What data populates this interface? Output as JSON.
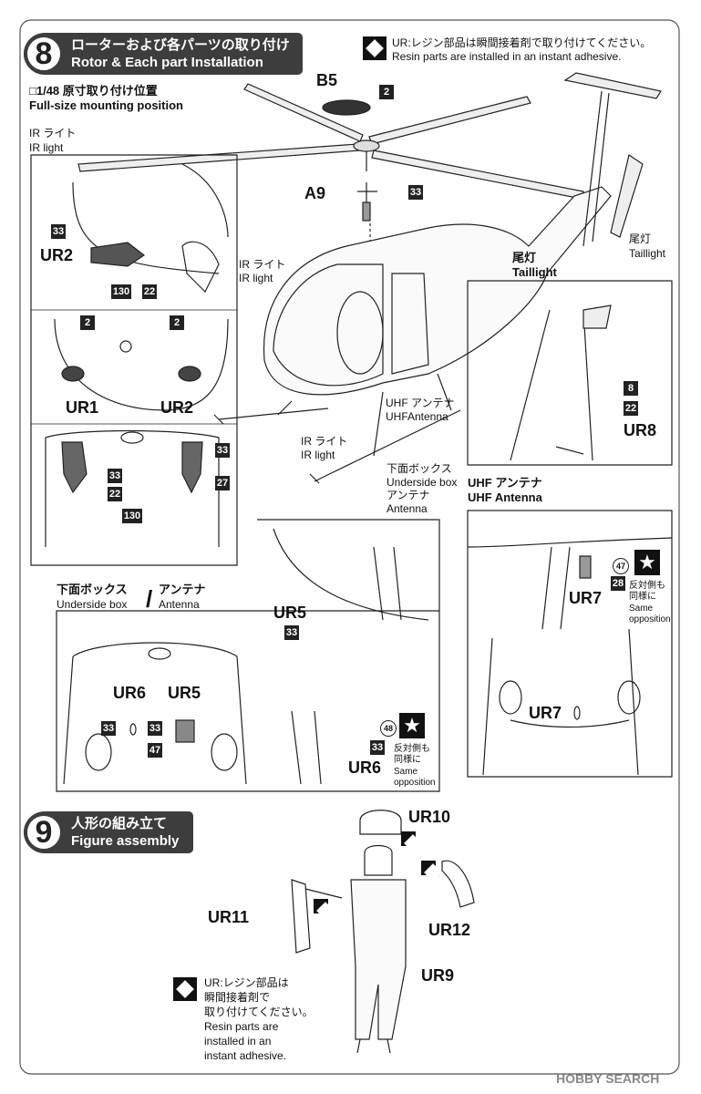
{
  "step8": {
    "number": "8",
    "title_jp": "ローターおよび各パーツの取り付け",
    "title_en": "Rotor & Each part Installation"
  },
  "resin_note_top": {
    "jp": "UR:レジン部品は瞬間接着剤で取り付けてください。",
    "en": "Resin parts are installed in an instant adhesive."
  },
  "fullsize": {
    "jp": "□1/48 原寸取り付け位置",
    "en": "Full-size mounting position"
  },
  "ir_light_jp": "IR ライト",
  "ir_light_en": "IR light",
  "taillight_jp": "尾灯",
  "taillight_en": "Taillight",
  "uhf_jp": "UHF アンテナ",
  "uhf_en": "UHFAntenna",
  "uhf_en2": "UHF Antenna",
  "underside_jp": "下面ボックス",
  "underside_en": "Underside box",
  "antenna_jp": "アンテナ",
  "antenna_en": "Antenna",
  "slash": "/",
  "opp_jp1": "反対側も",
  "opp_jp2": "同様に",
  "opp_en1": "Same",
  "opp_en2": "opposition",
  "parts": {
    "b5": "B5",
    "a9": "A9",
    "ur1": "UR1",
    "ur2": "UR2",
    "ur5": "UR5",
    "ur6": "UR6",
    "ur7": "UR7",
    "ur8": "UR8",
    "ur9": "UR9",
    "ur10": "UR10",
    "ur11": "UR11",
    "ur12": "UR12"
  },
  "nums": {
    "n2": "2",
    "n8": "8",
    "n22": "22",
    "n27": "27",
    "n28": "28",
    "n33": "33",
    "n47": "47",
    "n48": "48",
    "n130": "130"
  },
  "step9": {
    "number": "9",
    "title_jp": "人形の組み立て",
    "title_en": "Figure assembly"
  },
  "resin_note_bottom": {
    "jp1": "UR:レジン部品は",
    "jp2": "瞬間接着剤で",
    "jp3": "取り付けてください。",
    "en1": "Resin parts are",
    "en2": "installed in an",
    "en3": "instant adhesive."
  },
  "watermark": "HOBBY SEARCH"
}
